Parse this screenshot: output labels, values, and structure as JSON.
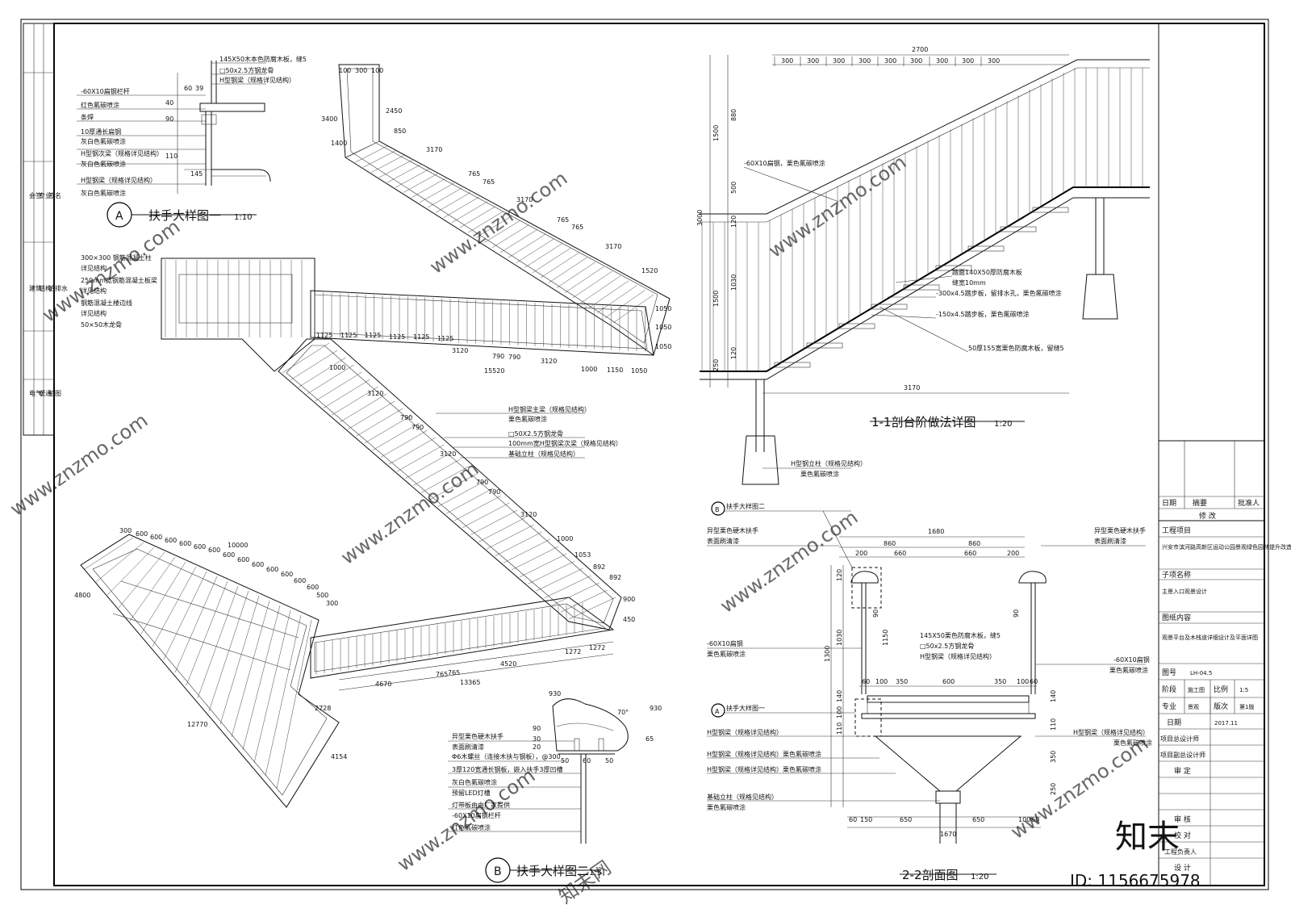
{
  "drawings": {
    "detail_a": {
      "marker": "A",
      "title": "扶手大样图一",
      "scale": "1:10",
      "notes": [
        "-60X10扁钢栏杆",
        "红色氟碳喷涂",
        "条焊",
        "10厚通长扁钢",
        "灰白色氟碳喷涂",
        "H型钢次梁（规格详见结构）",
        "灰白色氟碳喷涂",
        "H型钢梁（规格详见结构）",
        "灰白色氟碳喷涂"
      ],
      "right_notes": [
        "145X50木本色防腐木板，缝5",
        "□50x2.5方钢龙骨",
        "H型钢梁（规格详见结构）"
      ],
      "dims": [
        "60",
        "39",
        "40",
        "90",
        "110",
        "145"
      ]
    },
    "detail_b": {
      "marker": "B",
      "title": "扶手大样图二",
      "scale": "1:5",
      "notes": [
        "异型栗色硬木扶手",
        "表面刷清漆",
        "Φ6木螺丝（连接木扶与钢板），@300",
        "3厚120宽通长钢板，嵌入扶手3厚凹槽",
        "灰白色氟碳喷涂",
        "预留LED灯槽",
        "灯带板由由厂家提供",
        "-60X10扁钢栏杆",
        "红色氟碳喷涂"
      ],
      "dims": [
        "50",
        "60",
        "50",
        "20",
        "90",
        "30",
        "65",
        "70°",
        "930",
        "930"
      ]
    },
    "section_11": {
      "title": "1-1剖台阶做法详图",
      "scale": "1:20",
      "top_total": "2700",
      "top_steps": [
        "300",
        "300",
        "300",
        "300",
        "300",
        "300",
        "300",
        "300",
        "300"
      ],
      "bottom_total": "3170",
      "left_dims": [
        "1500",
        "880",
        "500",
        "120",
        "3000",
        "1500",
        "1030",
        "250",
        "120"
      ],
      "notes": [
        "-60X10扁钢，栗色氟碳喷涂",
        "踏面140X50厚防腐木板",
        "缝宽10mm",
        "-300x4.5踏步板，留排水孔，栗色氟碳喷涂",
        "-150x4.5踏步板，栗色氟碳喷涂",
        "50厚155宽栗色防腐木板，留缝5",
        "H型钢立柱（规格见结构）",
        "栗色氟碳喷涂"
      ]
    },
    "section_22": {
      "title": "2-2剖面图",
      "scale": "1:20",
      "top_total": "1680",
      "top_halves": [
        "860",
        "860"
      ],
      "top_parts": [
        "200",
        "660",
        "660",
        "200"
      ],
      "mid_parts": [
        "60",
        "100",
        "350",
        "600",
        "350",
        "100",
        "60"
      ],
      "bottom_parts": [
        "60",
        "150",
        "650",
        "650",
        "100",
        "60"
      ],
      "bottom_total": "1670",
      "left_dims": [
        "1300",
        "1030",
        "1150",
        "120",
        "90",
        "90",
        "100",
        "140",
        "140",
        "110",
        "110",
        "350",
        "250"
      ],
      "notes_left": [
        "异型栗色硬木扶手",
        "表面刷清漆",
        "-60X10扁钢",
        "栗色氟碳喷涂",
        "H型钢梁（规格详见结构）",
        "H型钢梁（规格详见结构）栗色氟碳喷涂",
        "H型钢梁（规格详见结构）栗色氟碳喷涂",
        "基础立柱（规格见结构）",
        "栗色氟碳喷涂"
      ],
      "notes_center": [
        "145X50栗色防腐木板，缝5",
        "□50x2.5方钢龙骨",
        "H型钢梁（规格详见结构）"
      ],
      "notes_right": [
        "异型栗色硬木扶手",
        "表面刷清漆",
        "-60X10扁钢",
        "栗色氟碳喷涂",
        "H型钢梁（规格详见结构）",
        "栗色氟碳喷涂"
      ],
      "callout_b": "B",
      "callout_b_label": "扶手大样图二",
      "callout_a": "A",
      "callout_a_label": "扶手大样图一"
    },
    "plan": {
      "platform_notes": [
        "300×300 钢筋混凝土柱",
        "详见结构",
        "250mm宽钢筋混凝土板梁",
        "详见结构",
        "钢筋混凝土楼边线",
        "详见结构",
        "50×50木龙骨"
      ],
      "beam_notes": [
        "H型钢梁主梁（规格见结构）",
        "栗色氟碳喷涂",
        "□50X2.5方钢龙骨",
        "100mm宽H型钢梁次梁（规格见结构）",
        "基础立柱（规格见结构）"
      ],
      "dims_top": [
        "100",
        "300",
        "100",
        "3400",
        "2450",
        "1400",
        "850",
        "3170",
        "765",
        "765",
        "3170",
        "765",
        "765",
        "3170",
        "1520",
        "1050",
        "1050",
        "1050"
      ],
      "dims_mid": [
        "1125",
        "1125",
        "1125",
        "1125",
        "1125",
        "1125",
        "3120",
        "790",
        "790",
        "3120",
        "1000",
        "1150",
        "1050",
        "15520"
      ],
      "dims_diag": [
        "1000",
        "3120",
        "790",
        "790",
        "3120",
        "790",
        "790",
        "3120",
        "1000",
        "1053",
        "892",
        "892",
        "900",
        "450"
      ],
      "dims_bottom": [
        "4670",
        "765",
        "765",
        "4520",
        "1272",
        "1272",
        "13365"
      ],
      "dims_viewing": [
        "300",
        "600",
        "600",
        "600",
        "600",
        "600",
        "600",
        "600",
        "600",
        "600",
        "600",
        "600",
        "600",
        "600",
        "500",
        "300",
        "10000",
        "4800",
        "2728",
        "12770",
        "4154"
      ]
    }
  },
  "title_block": {
    "revision_headers": [
      "日期",
      "摘要",
      "批准人"
    ],
    "revision_label": "修    改",
    "project_label": "工程项目",
    "project_name": "兴安市滨河路高新区运动公园景观绿色园林提升改造工程项目",
    "subproject_label": "子项名称",
    "subproject_name": "主景入口观景设计",
    "content_label": "图纸内容",
    "content_name": "观景平台及木栈道详细设计及平面详图",
    "drawing_no_label": "图号",
    "drawing_no": "LH-04.5",
    "stage_label": "阶段",
    "stage": "施工图",
    "scale_label": "比例",
    "scale": "1:5",
    "discipline_label": "专业",
    "discipline": "景观",
    "version_label": "版次",
    "version": "第1版",
    "date_label": "日期",
    "date": "2017.11",
    "signoff": [
      "项目总设计师",
      "项目副总设计师",
      "审  定",
      "审  核",
      "校  对",
      "工程负责人",
      "设  计"
    ]
  },
  "left_strip": [
    "会签",
    "专业",
    "签名",
    "建筑",
    "结构",
    "给排水",
    "电气",
    "暖通",
    "总图"
  ],
  "watermark": {
    "text": "www.znzmo.com",
    "brand": "知末网",
    "logo": "知末",
    "id": "ID: 1156675978"
  }
}
